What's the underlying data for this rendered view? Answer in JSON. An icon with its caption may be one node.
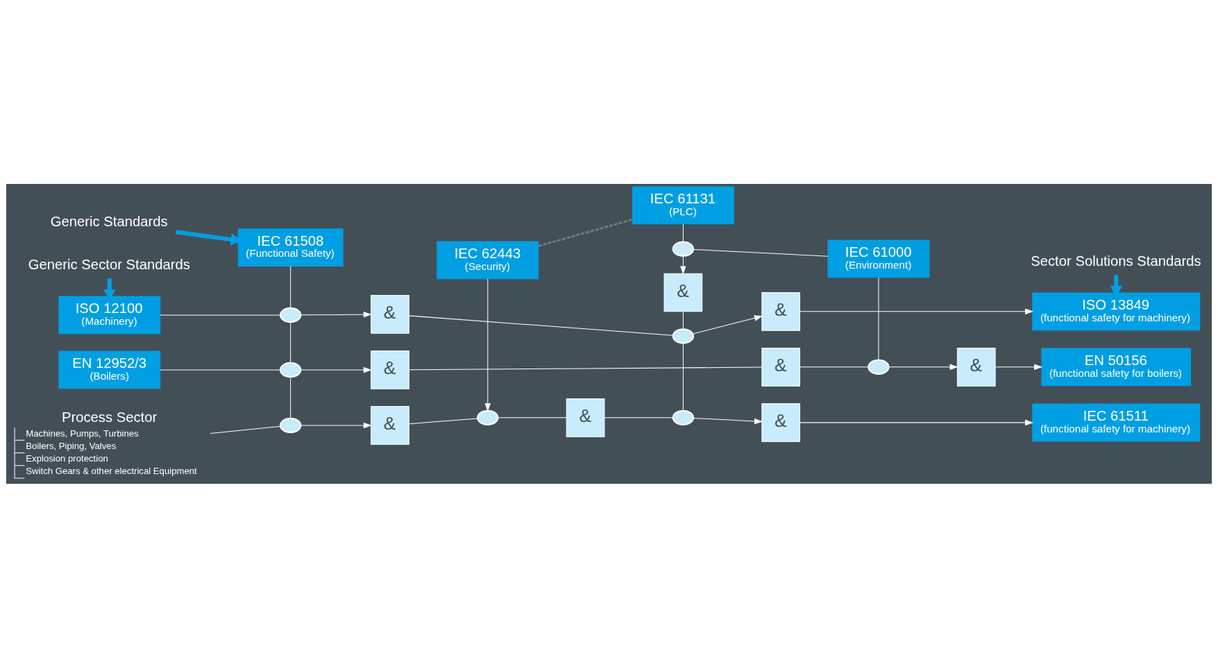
{
  "diagram": {
    "nodes": [
      {
        "text": [
          "Generic Standards"
        ]
      },
      {
        "text": [
          "IEC 61508",
          "(Functional Safety)"
        ]
      },
      {
        "text": [
          "IEC 62443",
          "(Security)"
        ]
      },
      {
        "text": [
          "IEC 61131",
          "(PLC)"
        ]
      },
      {
        "text": [
          "IEC 61000",
          "(Environment)"
        ]
      },
      {
        "text": [
          "Generic Sector Standards"
        ]
      },
      {
        "text": [
          "Sector Solutions Standards"
        ]
      },
      {
        "text": [
          "ISO 12100",
          "(Machinery)"
        ]
      },
      {
        "text": [
          "ISO 13849",
          "(functional safety for machinery)"
        ]
      },
      {
        "text": [
          "EN 12952/3",
          "(Boilers)"
        ]
      },
      {
        "text": [
          "EN 50156",
          "(functional safety for boilers)"
        ]
      },
      {
        "text": [
          "Process Sector",
          "Machines, Pumps, Turbines",
          "Boilers, Piping, Valves",
          "Explosion protection",
          "Switch Gears & other electrical Equipment"
        ]
      },
      {
        "text": [
          "IEC 61511",
          "(functional safety for machinery)"
        ]
      },
      {
        "text": [],
        "shape": "ellipse"
      },
      {
        "text": [],
        "shape": "ellipse"
      },
      {
        "text": [],
        "shape": "ellipse"
      },
      {
        "text": [],
        "shape": "ellipse"
      },
      {
        "text": [],
        "shape": "ellipse"
      },
      {
        "text": [],
        "shape": "ellipse"
      },
      {
        "text": [],
        "shape": "ellipse"
      },
      {
        "text": [],
        "shape": "ellipse"
      },
      {
        "text": [
          "&"
        ]
      },
      {
        "text": [
          "&"
        ]
      },
      {
        "text": [
          "&"
        ]
      },
      {
        "text": [
          "&"
        ]
      },
      {
        "text": [
          "&"
        ]
      },
      {
        "text": [
          "&"
        ]
      },
      {
        "text": [
          "&"
        ]
      },
      {
        "text": [
          "&"
        ]
      },
      {
        "text": [
          "&"
        ]
      }
    ],
    "edges": [
      {
        "from": 0,
        "to": 1,
        "arrow": "to",
        "style": "thick",
        "color": "#009fe3"
      },
      {
        "from": 2,
        "to": 3,
        "arrow": "none",
        "style": "dashed",
        "color": "#6b7b85"
      },
      {
        "from": 5,
        "to": 7,
        "arrow": "to",
        "style": "thick",
        "color": "#009fe3"
      },
      {
        "from": 6,
        "to": 8,
        "arrow": "to",
        "style": "thick",
        "color": "#009fe3"
      },
      {
        "from": 1,
        "to": 14,
        "arrow": "none"
      },
      {
        "from": 14,
        "to": 16,
        "arrow": "none"
      },
      {
        "from": 16,
        "to": 18,
        "arrow": "none"
      },
      {
        "from": 3,
        "to": 13,
        "arrow": "none"
      },
      {
        "from": 4,
        "to": 13,
        "arrow": "none"
      },
      {
        "from": 13,
        "to": 21,
        "arrow": "to"
      },
      {
        "from": 4,
        "to": 17,
        "arrow": "none"
      },
      {
        "from": 21,
        "to": 15,
        "arrow": "none"
      },
      {
        "from": 15,
        "to": 20,
        "arrow": "none"
      },
      {
        "from": 7,
        "to": 14,
        "arrow": "none"
      },
      {
        "from": 14,
        "to": 22,
        "arrow": "to"
      },
      {
        "from": 22,
        "to": 15,
        "arrow": "none"
      },
      {
        "from": 15,
        "to": 23,
        "arrow": "to"
      },
      {
        "from": 23,
        "to": 8,
        "arrow": "to"
      },
      {
        "from": 9,
        "to": 16,
        "arrow": "none"
      },
      {
        "from": 16,
        "to": 24,
        "arrow": "to"
      },
      {
        "from": 24,
        "to": 25,
        "arrow": "none"
      },
      {
        "from": 25,
        "to": 17,
        "arrow": "none"
      },
      {
        "from": 17,
        "to": 26,
        "arrow": "to"
      },
      {
        "from": 26,
        "to": 10,
        "arrow": "to"
      },
      {
        "from": 11,
        "to": 18,
        "arrow": "none"
      },
      {
        "from": 18,
        "to": 27,
        "arrow": "to"
      },
      {
        "from": 27,
        "to": 19,
        "arrow": "none"
      },
      {
        "from": 2,
        "to": 19,
        "arrow": "to"
      },
      {
        "from": 19,
        "to": 28,
        "arrow": "none"
      },
      {
        "from": 28,
        "to": 20,
        "arrow": "none"
      },
      {
        "from": 20,
        "to": 29,
        "arrow": "to"
      },
      {
        "from": 29,
        "to": 12,
        "arrow": "to"
      }
    ]
  }
}
